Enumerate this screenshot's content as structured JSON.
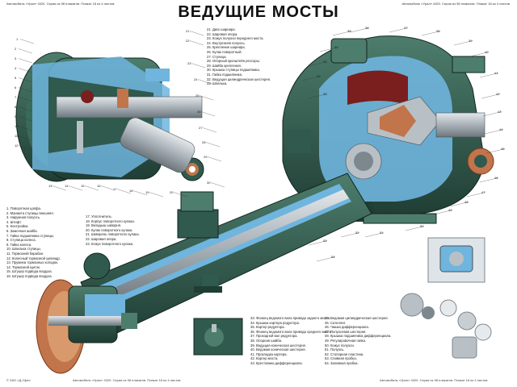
{
  "poster": {
    "title": "ВЕДУЩИЕ МОСТЫ",
    "header_left": "Автомобиль «Урал» 4320. Серия из 98 плакатов. Плакат 18 из 4 листов.",
    "header_right": "Автомобиль «Урал» 4320. Серия из 98 плакатов. Плакат 18 из 4 листов.",
    "footer_left": "Автомобиль «Урал» 4320. Серия из 98 плакатов. Плакат 18 из 4 листов.",
    "footer_right": "Автомобиль «Урал» 4320. Серия из 98 плакатов. Плакат 18 из 4 листов.",
    "copyright": "© ЗАО «Д-Уфа»"
  },
  "legend_top": [
    "21. Диск шарнира.",
    "22. Шаровая опора.",
    "23. Кожух полуоси переднего моста.",
    "24. Внутренняя полуось.",
    "25. Крепление шарнира.",
    "26. Кулак поворотный.",
    "27. Ступица.",
    "28. Опорный кронштейн рессоры.",
    "29. Шайба крепления.",
    "30. Крышка ступицы подшипника.",
    "31. Гайка подшипника.",
    "32. Ведущая цилиндрическая шестерня.",
    "33. Шпилька."
  ],
  "legend_left": [
    "1. Поворотная цапфа.",
    "2. Манжета ступицы внешняя.",
    "3. Наружная полуось.",
    "4. Штифт.",
    "5. Контргайка.",
    "6. Замочная шайба.",
    "7. Гайка подшипника ступицы.",
    "8. Ступица колеса.",
    "9. Гайка колеса.",
    "10. Шпилька ступицы.",
    "11. Тормозной барабан.",
    "12. Колесный тормозной цилиндр.",
    "13. Пружина тормозных колодок.",
    "14. Тормозной щиток.",
    "15. Штуцер подвода воздуха.",
    "16. Штуцер подвода воздуха."
  ],
  "legend_mid": [
    "17. Уплотнитель.",
    "18. Корпус поворотного кулака.",
    "19. Вкладыш шкворня.",
    "20. Кулак поворотного кулака.",
    "21. Шкворень поворотного кулака.",
    "22. Шаровая опора.",
    "23. Кожух поворотного кулака."
  ],
  "legend_bottom_left": [
    "33. Фланец ведомого вала привода заднего моста.",
    "34. Крышка картера редуктора.",
    "35. Картер редуктора.",
    "36. Фланец ведомого вала привода среднего моста.",
    "37. Проходной вал редуктора.",
    "38. Опорная шайба.",
    "39. Ведущая коническая шестерня.",
    "40. Ведомая коническая шестерня.",
    "41. Прокладка картера.",
    "42. Картер моста.",
    "43. Крестовина дифференциала."
  ],
  "legend_bottom_right": [
    "44. Ведомая цилиндрическая шестерня.",
    "45. Сателлит.",
    "46. Чашка дифференциала.",
    "47. Полуосевая шестерня.",
    "48. Крышка подшипника дифференциала.",
    "49. Регулировочная гайка.",
    "50. Кожух полуоси.",
    "51. Полуось.",
    "52. Стопорная пластина.",
    "53. Сливная пробка.",
    "54. Заливная пробка."
  ],
  "colors": {
    "housing": "#2f5a4d",
    "housing_dark": "#1f3d34",
    "housing_light": "#4d7d6c",
    "section": "#6fb5de",
    "steel": "#b8c0c6",
    "steel_dark": "#7d878e",
    "oil": "#7a1e1e",
    "copper": "#c2744a"
  },
  "callouts": [
    "1",
    "2",
    "3",
    "4",
    "5",
    "6",
    "7",
    "8",
    "9",
    "10",
    "11",
    "12",
    "13",
    "14",
    "15",
    "16",
    "17",
    "18",
    "19",
    "20",
    "21",
    "22",
    "23",
    "24",
    "25",
    "26",
    "27",
    "28",
    "29",
    "30",
    "31",
    "32",
    "33",
    "34",
    "35",
    "36",
    "37",
    "38",
    "39",
    "40",
    "41",
    "42",
    "43",
    "44",
    "45",
    "46",
    "47",
    "48",
    "49",
    "50",
    "51",
    "52",
    "53",
    "54"
  ]
}
